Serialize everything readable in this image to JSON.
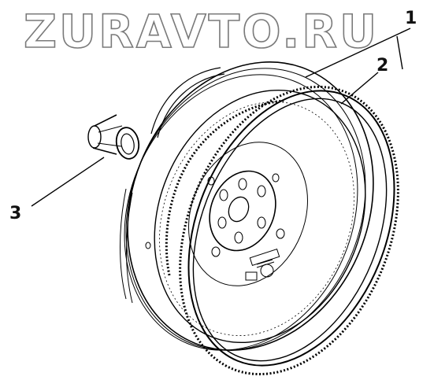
{
  "watermark": "ZURAVTO.RU",
  "callouts": {
    "c1": "1",
    "c2": "2",
    "c3": "3"
  },
  "colors": {
    "line": "#000000",
    "watermark_stroke": "#7a7a7a",
    "background": "#ffffff"
  }
}
